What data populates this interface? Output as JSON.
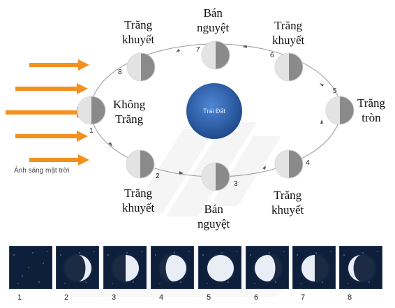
{
  "earth_label": "Trái Đất",
  "sunlight_label": "Ánh sáng mặt trời",
  "positions": [
    {
      "num": "1",
      "label_lines": [
        "Không",
        "Trăng"
      ]
    },
    {
      "num": "2",
      "label_lines": [
        "Trăng",
        "khuyết"
      ]
    },
    {
      "num": "3",
      "label_lines": [
        "Bán",
        "nguyệt"
      ]
    },
    {
      "num": "4",
      "label_lines": [
        "Trăng",
        "khuyết"
      ]
    },
    {
      "num": "5",
      "label_lines": [
        "Trăng",
        "tròn"
      ]
    },
    {
      "num": "6",
      "label_lines": [
        "Trăng",
        "khuyết"
      ]
    },
    {
      "num": "7",
      "label_lines": [
        "Bán",
        "nguyệt"
      ]
    },
    {
      "num": "8",
      "label_lines": [
        "Trăng",
        "khuyết"
      ]
    }
  ],
  "photo_strip": {
    "numbers": [
      "1",
      "2",
      "3",
      "4",
      "5",
      "6",
      "7",
      "8"
    ]
  },
  "colors": {
    "arrow": "#f4901e",
    "earth": "#2f5fa8",
    "moon_lit": "#ededed",
    "moon_dark": "#8a8a8a",
    "orbit": "#9a9a9a"
  }
}
